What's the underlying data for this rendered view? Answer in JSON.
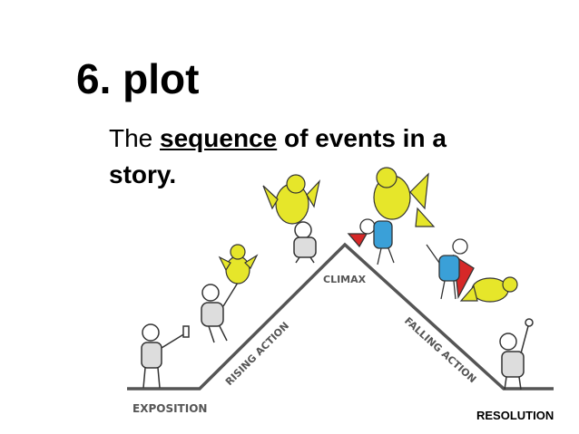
{
  "slide": {
    "title": "6. plot",
    "definition": {
      "lead": "The ",
      "key_term": "sequence",
      "rest": " of events in a story."
    }
  },
  "diagram": {
    "stages": {
      "exposition": "EXPOSITION",
      "rising_action": "RISING ACTION",
      "climax": "CLIMAX",
      "falling_action": "FALLING ACTION",
      "resolution": "RESOLUTION"
    },
    "colors": {
      "line": "#555555",
      "dragon": "#e6e62a",
      "hero_body": "#3aa0d8",
      "hero_cape": "#d62828",
      "man_shirt": "#dddddd"
    }
  }
}
